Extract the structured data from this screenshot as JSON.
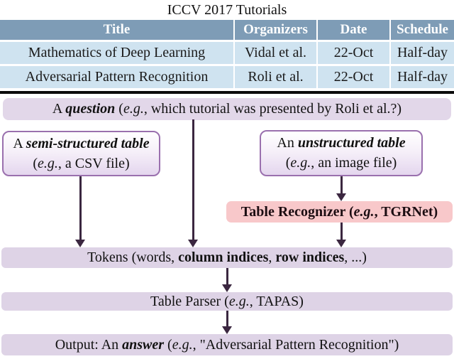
{
  "figure": {
    "title": "ICCV 2017 Tutorials"
  },
  "table": {
    "headers": [
      "Title",
      "Organizers",
      "Date",
      "Schedule"
    ],
    "rows": [
      [
        "Mathematics of Deep Learning",
        "Vidal et al.",
        "22-Oct",
        "Half-day"
      ],
      [
        "Adversarial Pattern Recognition",
        "Roli et al.",
        "22-Oct",
        "Half-day"
      ]
    ]
  },
  "flow": {
    "question": {
      "t1": "A ",
      "t2": "question",
      "t3": " (",
      "t4": "e.g.",
      "t5": ", which tutorial was presented by Roli et al.?)"
    },
    "semi_structured": {
      "l1a": "A ",
      "l1b": "semi-structured table",
      "l2a": "(",
      "l2b": "e.g.",
      "l2c": ", a CSV file)"
    },
    "unstructured": {
      "l1a": "An ",
      "l1b": "unstructured table",
      "l2a": "(",
      "l2b": "e.g.",
      "l2c": ", an image file)"
    },
    "recognizer": {
      "t1": "Table Recognizer (",
      "t2": "e.g.",
      "t3": ", TGRNet)"
    },
    "tokens": {
      "t1": "Tokens (words, ",
      "t2": "column indices",
      "t3": ", ",
      "t4": "row indices",
      "t5": ", ...)"
    },
    "parser": {
      "t1": "Table Parser (",
      "t2": "e.g.",
      "t3": ", TAPAS)"
    },
    "output": {
      "t1": "Output: An ",
      "t2": "answer",
      "t3": " (",
      "t4": "e.g.",
      "t5": ", \"Adversarial Pattern Recognition\")"
    }
  },
  "colors": {
    "table_header_bg": "#7e9cb6",
    "table_header_text": "#ffffff",
    "table_row_bg": "#cfe3f0",
    "question_bar_bg": "#e2d7e9",
    "bar_bg": "#ded3e6",
    "box_border": "#9a70ae",
    "recognizer_bg": "#f8c8ca",
    "arrow": "#3b2740",
    "separator": "#0b0b0b"
  }
}
